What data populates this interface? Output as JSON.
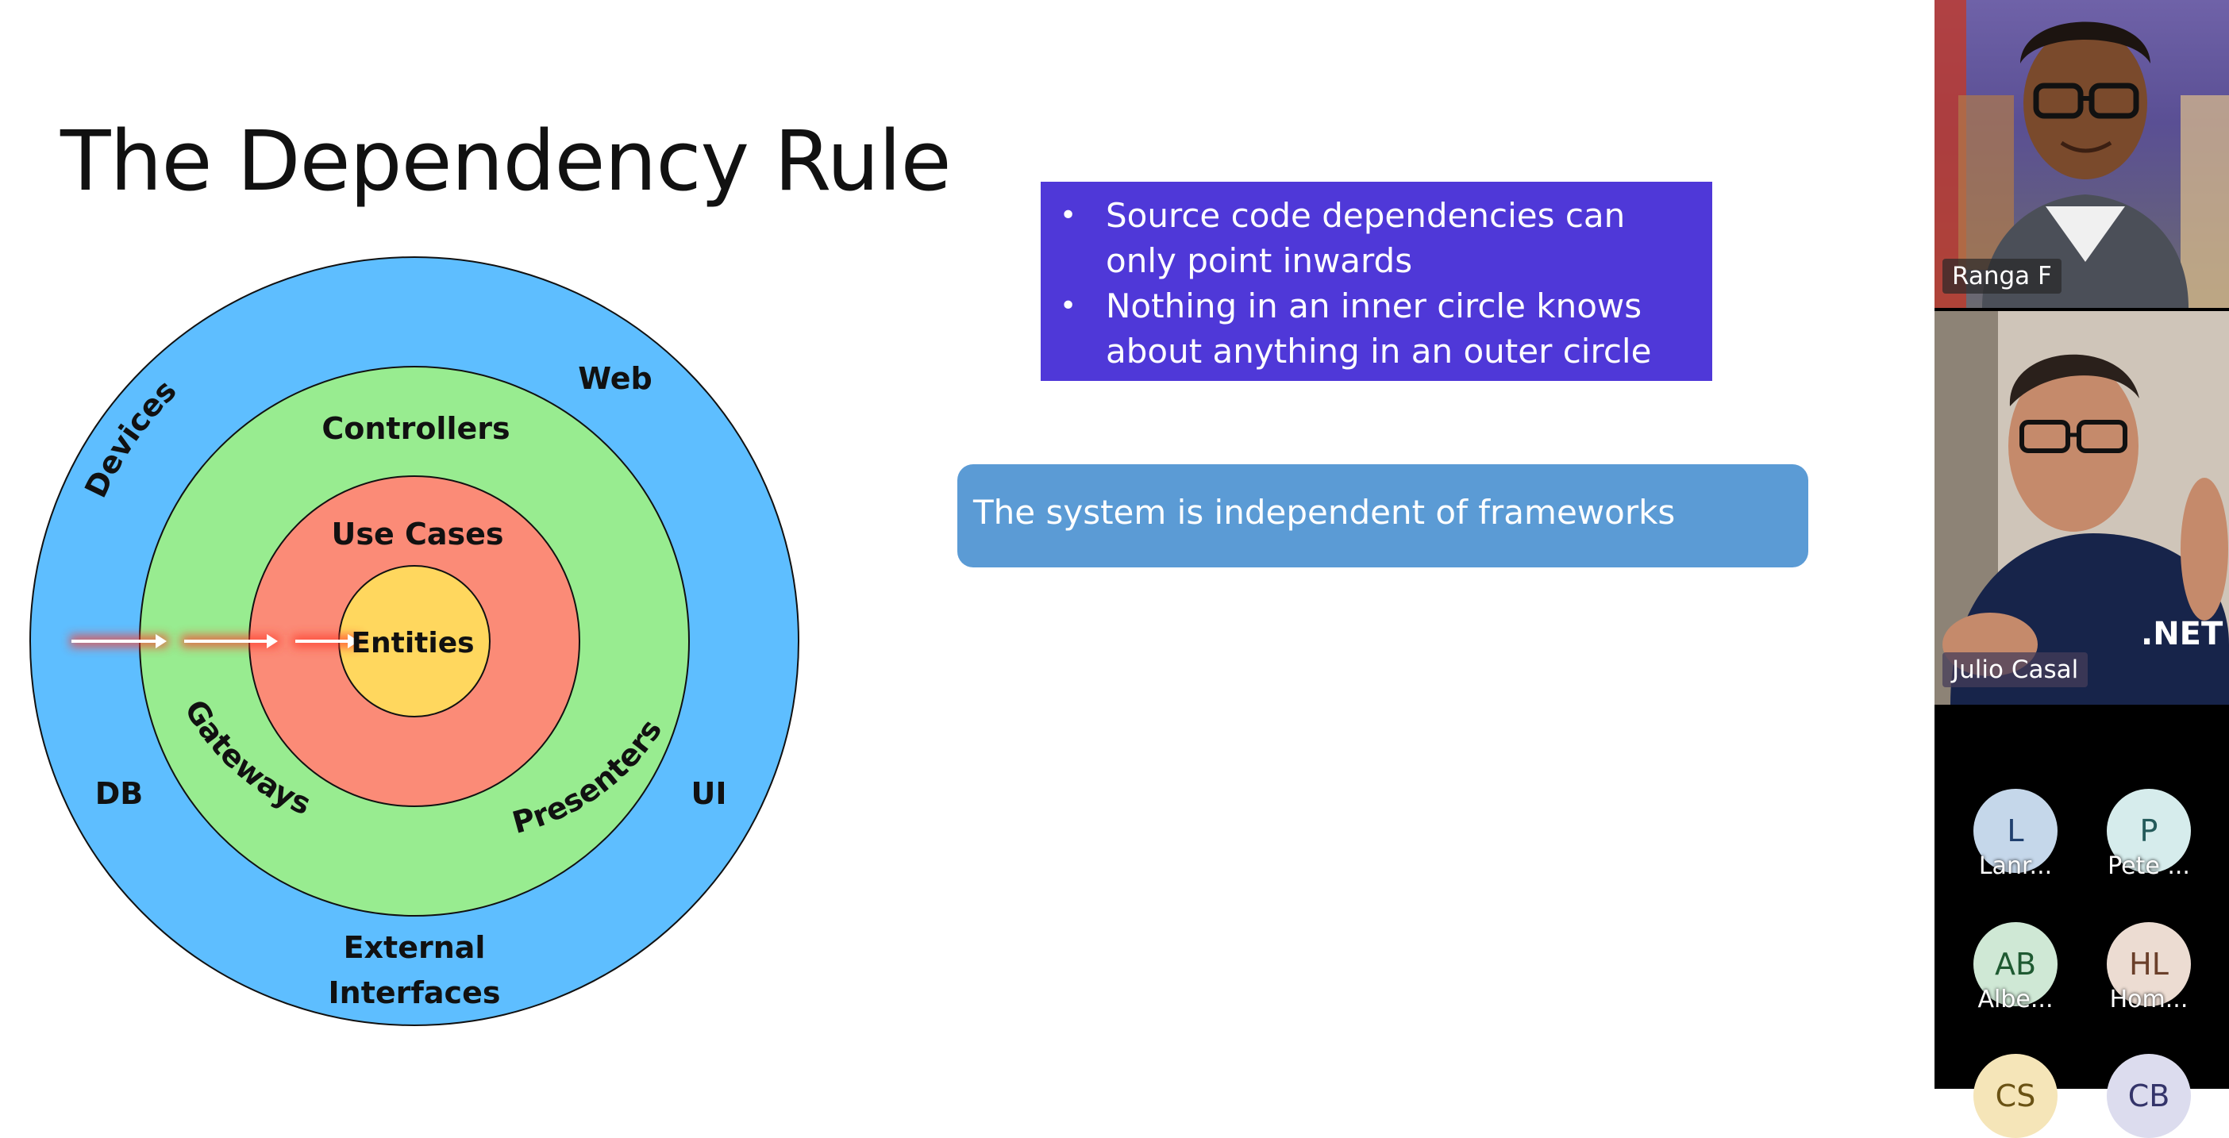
{
  "slide": {
    "title": "The Dependency Rule",
    "diagram": {
      "rings": {
        "outer": [
          "Devices",
          "Web",
          "DB",
          "UI",
          "External",
          "Interfaces"
        ],
        "middle": [
          "Controllers",
          "Gateways",
          "Presenters"
        ],
        "inner": "Use Cases",
        "core": "Entities"
      },
      "colors": {
        "outer": "#5ebeff",
        "middle": "#98ec90",
        "inner": "#fb8b77",
        "core": "#ffd75e"
      }
    },
    "bullets": [
      "Source code dependencies can only point inwards",
      "Nothing in an inner circle knows about anything in an outer circle"
    ],
    "statement": "The system is independent of frameworks"
  },
  "meeting": {
    "video_tiles": [
      {
        "name": "Ranga F"
      },
      {
        "name": "Julio Casal",
        "shirt_text": ".NET"
      }
    ],
    "participants": [
      {
        "initials": "L",
        "name": "Lanr...",
        "color": "#c5d7ea",
        "text_color": "#1f3f6e"
      },
      {
        "initials": "P",
        "name": "Pete ...",
        "color": "#d6ecec",
        "text_color": "#245a5a"
      },
      {
        "initials": "AB",
        "name": "Albe...",
        "color": "#cfe8d5",
        "text_color": "#1f5a32"
      },
      {
        "initials": "HL",
        "name": "Hom...",
        "color": "#ecdcd2",
        "text_color": "#6a3f2a"
      },
      {
        "initials": "CS",
        "name": "",
        "color": "#f5e5b8",
        "text_color": "#6a5214"
      },
      {
        "initials": "CB",
        "name": "",
        "color": "#dcdcee",
        "text_color": "#34346a"
      }
    ]
  }
}
